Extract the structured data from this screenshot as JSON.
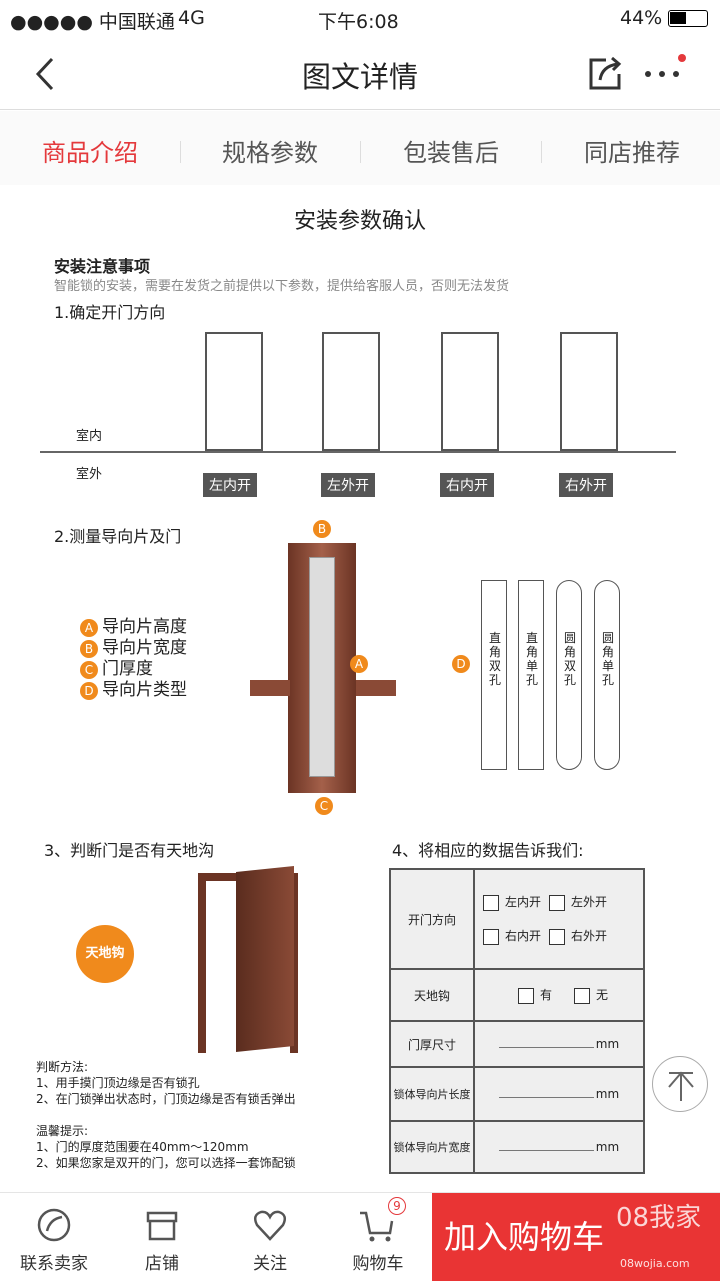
{
  "status": {
    "carrier": "●●●●● 中国联通",
    "network": "4G",
    "time": "下午6:08",
    "battery": "44%"
  },
  "nav": {
    "title": "图文详情"
  },
  "tabs": [
    {
      "label": "商品介绍"
    },
    {
      "label": "规格参数"
    },
    {
      "label": "包装售后"
    },
    {
      "label": "同店推荐"
    }
  ],
  "content": {
    "title": "安装参数确认",
    "notice_heading": "安装注意事项",
    "notice_text": "智能锁的安装，需要在发货之前提供以下参数，提供给客服人员，否则无法发货",
    "step1": "1.确定开门方向",
    "indoor": "室内",
    "outdoor": "室外",
    "directions": [
      "左内开",
      "左外开",
      "右内开",
      "右外开"
    ],
    "step2": "2.测量导向片及门",
    "measures": [
      {
        "k": "A",
        "t": "导向片高度"
      },
      {
        "k": "B",
        "t": "导向片宽度"
      },
      {
        "k": "C",
        "t": "门厚度"
      },
      {
        "k": "D",
        "t": "导向片类型"
      }
    ],
    "plates": [
      "直角双孔",
      "直角单孔",
      "圆角双孔",
      "圆角单孔"
    ],
    "step3": "3、判断门是否有天地沟",
    "tiandigou": "天地钩",
    "method_title": "判断方法:",
    "methods": [
      "1、用手摸门顶边缘是否有锁孔",
      "2、在门锁弹出状态时，门顶边缘是否有锁舌弹出"
    ],
    "tips_title": "温馨提示:",
    "tips": [
      "1、门的厚度范围要在40mm～120mm",
      "2、如果您家是双开的门，您可以选择一套饰配锁"
    ],
    "step4": "4、将相应的数据告诉我们:",
    "form": {
      "row1": "开门方向",
      "opts": [
        "左内开",
        "左外开",
        "右内开",
        "右外开"
      ],
      "row2": "天地钩",
      "yes": "有",
      "no": "无",
      "row3": "门厚尺寸",
      "row4": "锁体导向片长度",
      "row5": "锁体导向片宽度",
      "unit": "mm"
    }
  },
  "bottom": {
    "contact": "联系卖家",
    "shop": "店铺",
    "follow": "关注",
    "cart": "购物车",
    "cart_count": "9",
    "add_to_cart": "加入购物车",
    "watermark": "08我家",
    "watermark_url": "08wojia.com"
  },
  "colors": {
    "accent": "#e4393c",
    "orange": "#f08a1c"
  }
}
